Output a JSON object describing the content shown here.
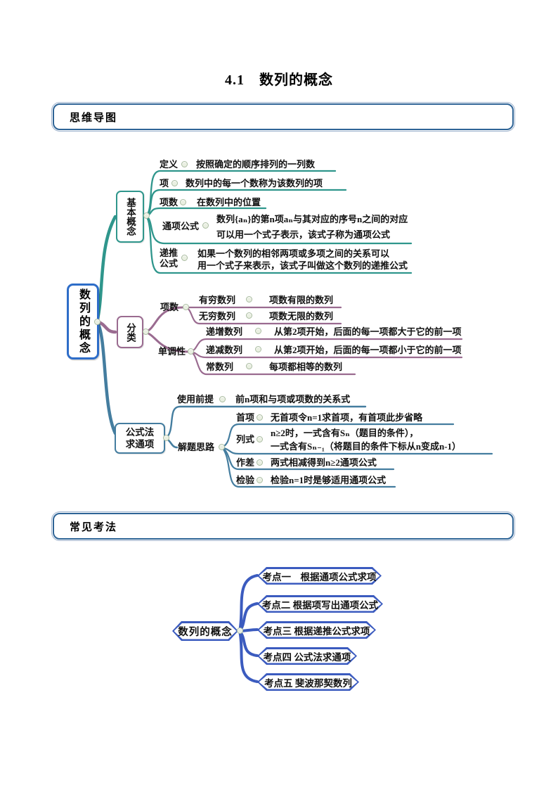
{
  "page": {
    "title": "4.1　数列的概念"
  },
  "sections": {
    "mindmap": "思维导图",
    "exam": "常见考法"
  },
  "colors": {
    "teal": "#2f968c",
    "purple": "#9a6b90",
    "steel": "#447d9f",
    "royal": "#3b5bbf",
    "root_border": "#2e6dc8",
    "section_border": "#2e6496"
  },
  "map1": {
    "root": "数列的概念",
    "basic": {
      "label": "基本概念",
      "rows": {
        "dingyi": {
          "label": "定义",
          "text": "按照确定的顺序排列的一列数"
        },
        "xiang": {
          "label": "项",
          "text": "数列中的每一个数称为该数列的项"
        },
        "xiangshu": {
          "label": "项数",
          "text": "在数列中的位置"
        },
        "tongxiang": {
          "label": "通项公式",
          "line1": "数列{aₙ}的第n项aₙ与其对应的序号n之间的对应",
          "line2": "可以用一个式子表示，该式子称为通项公式"
        },
        "ditui": {
          "label_line1": "递推",
          "label_line2": "公式",
          "line1": "如果一个数列的相邻两项或多项之间的关系可以",
          "line2": "用一个式子来表示，该式子叫做这个数列的递推公式"
        }
      }
    },
    "classify": {
      "label": "分类",
      "xiangshu_group": {
        "label": "项数",
        "rows": {
          "youqiong": {
            "label": "有穷数列",
            "text": "项数有限的数列"
          },
          "wuqiong": {
            "label": "无穷数列",
            "text": "项数无限的数列"
          }
        }
      },
      "dandiao_group": {
        "label": "单调性",
        "rows": {
          "dizeng": {
            "label": "递增数列",
            "text": "从第2项开始，后面的每一项都大于它的前一项"
          },
          "dijian": {
            "label": "递减数列",
            "text": "从第2项开始，后面的每一项都小于它的前一项"
          },
          "changshu": {
            "label": "常数列",
            "text": "每项都相等的数列"
          }
        }
      }
    },
    "formula": {
      "label_line1": "公式法",
      "label_line2": "求通项",
      "premise": {
        "label": "使用前提",
        "text": "前n项和与项或项数的关系式"
      },
      "approach": {
        "label": "解题思路",
        "rows": {
          "shouxiang": {
            "label": "首项",
            "text": "无首项令n=1求首项，有首项此步省略"
          },
          "lieshi": {
            "label": "列式",
            "line1": "n≥2时，一式含有Sₙ（题目的条件），",
            "line2": "一式含有Sₙ₋₁（将题目的条件下标从n变成n-1）"
          },
          "zuocha": {
            "label": "作差",
            "text": "两式相减得到n≥2通项公式"
          },
          "jianyan": {
            "label": "检验",
            "text": "检验n=1时是够适用通项公式"
          }
        }
      }
    }
  },
  "map2": {
    "root": "数列的概念",
    "items": [
      {
        "label": "考点一　根据通项公式求项"
      },
      {
        "label": "考点二 根据项写出通项公式"
      },
      {
        "label": "考点三 根据递推公式求项"
      },
      {
        "label": "考点四 公式法求通项"
      },
      {
        "label": "考点五 斐波那契数列"
      }
    ]
  }
}
